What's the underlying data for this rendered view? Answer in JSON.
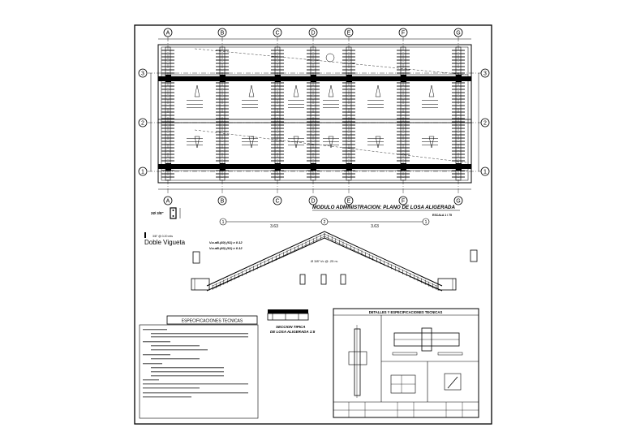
{
  "axes": {
    "letters": [
      "A",
      "B",
      "C",
      "D",
      "E",
      "F",
      "G"
    ],
    "numbers": [
      "3",
      "2",
      "1"
    ]
  },
  "plan": {
    "title": "MODULO ADMINISTRACION: PLANO DE LOSA ALIGERADA",
    "scale": "ESCALA 1 / 75"
  },
  "rebar_detail": {
    "bar_label": "2Ø 3/8\"",
    "stirrup_label": "3/8\" @ 0.20 mts",
    "name": "Doble Vigueta"
  },
  "section": {
    "axis_left": "1",
    "axis_mid": "2",
    "axis_right": "1",
    "dim_left": "3.63",
    "dim_right": "3.63",
    "rebar_note_1": "V.a.aB.(40) (61) x 0.12",
    "rebar_note_2": "V.a.aB.(40) (61) x 0.12",
    "temp_steel": "Ø 3/8\" t/c @ .25 m."
  },
  "specs": {
    "title": "ESPECIFICACIONES TECNICAS"
  },
  "typical_section": {
    "title_1": "SECCION TIPICA",
    "title_2": "DE LOSA ALIGERADA 1:5"
  },
  "details": {
    "title": "DETALLES Y ESPECIFICACIONES TECNICAS"
  }
}
